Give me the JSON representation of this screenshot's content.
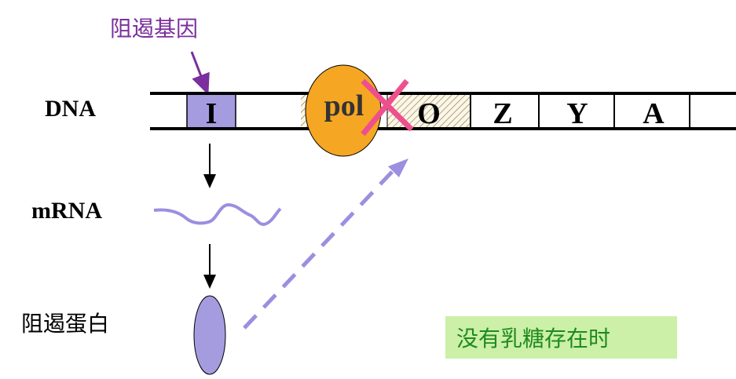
{
  "repressor_gene_label": "阻遏基因",
  "row_labels": {
    "dna": "DNA",
    "mrna": "mRNA",
    "protein": "阻遏蛋白"
  },
  "dna_segments": {
    "i_gene": "I",
    "operator": "O",
    "z_gene": "Z",
    "y_gene": "Y",
    "a_gene": "A"
  },
  "polymerase_label": "pol",
  "condition_label": "没有乳糖存在时",
  "colors": {
    "repressor_gene_label": "#7b2f9e",
    "i_gene_fill": "#a59ce0",
    "polymerase_fill": "#f5a623",
    "block_cross": "#ee4f8f",
    "mrna_strand": "#9b8fe0",
    "repressor_protein_fill": "#a59ce0",
    "dashed_arrow": "#9b8fe0",
    "condition_box_fill": "#ccf0a8",
    "condition_text": "#1f8a1f"
  }
}
